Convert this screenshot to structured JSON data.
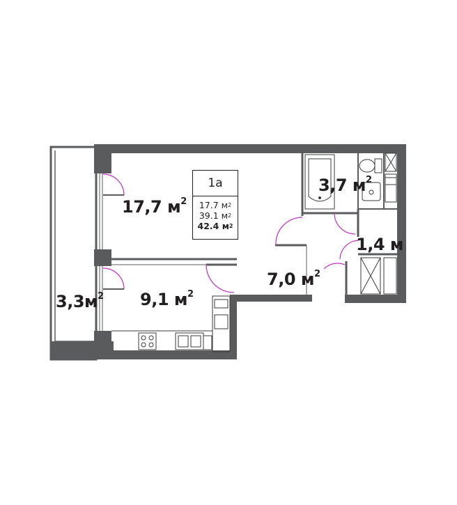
{
  "apartment": {
    "number": "1a",
    "living_area": "17.7 м",
    "living_area_unit_power": "2",
    "area_excl_balcony": "39.1 м",
    "area_excl_balcony_unit_power": "2",
    "total_area": "42.4 м",
    "total_area_unit_power": "2"
  },
  "rooms": [
    {
      "id": "living",
      "area": "17,7 м",
      "power": "2"
    },
    {
      "id": "bathroom",
      "area": "3,7 м",
      "power": "2"
    },
    {
      "id": "wc",
      "area": "1,4 м",
      "power": ""
    },
    {
      "id": "hall",
      "area": "7,0 м",
      "power": "2"
    },
    {
      "id": "kitchen",
      "area": "9,1 м",
      "power": "2"
    },
    {
      "id": "balcony",
      "area": "3,3м",
      "power": "2"
    }
  ],
  "colors": {
    "wall": "#5a5b5d",
    "wall_line": "#231f20",
    "door_arc": "#c22fc4",
    "fixture": "#3a3a3a"
  }
}
